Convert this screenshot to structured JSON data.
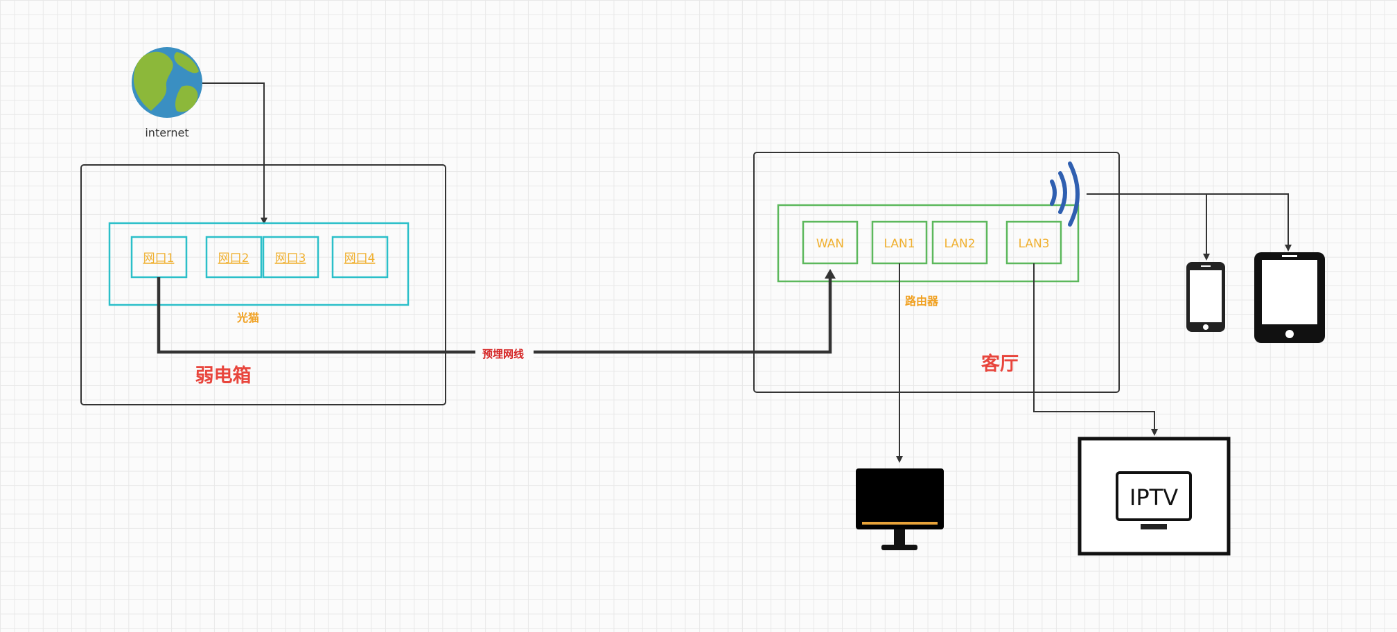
{
  "internet": {
    "label": "internet"
  },
  "weak_box": {
    "label": "弱电箱",
    "modem": {
      "label": "光猫",
      "ports": [
        "网口1",
        "网口2",
        "网口3",
        "网口4"
      ]
    }
  },
  "living_room": {
    "label": "客厅",
    "router": {
      "label": "路由器",
      "ports": [
        "WAN",
        "LAN1",
        "LAN2",
        "LAN3"
      ]
    }
  },
  "cable": {
    "label": "预埋网线"
  },
  "iptv": {
    "label": "IPTV"
  },
  "colors": {
    "modem_border": "#2bbfc9",
    "router_border": "#5cb85c",
    "port_label": "#f0b030",
    "room_label": "#e8453c",
    "cable_label": "#d42020",
    "wifi": "#2f5fb0"
  },
  "icons": [
    "globe-icon",
    "wifi-icon",
    "phone-icon",
    "tablet-icon",
    "monitor-icon",
    "tv-icon"
  ]
}
